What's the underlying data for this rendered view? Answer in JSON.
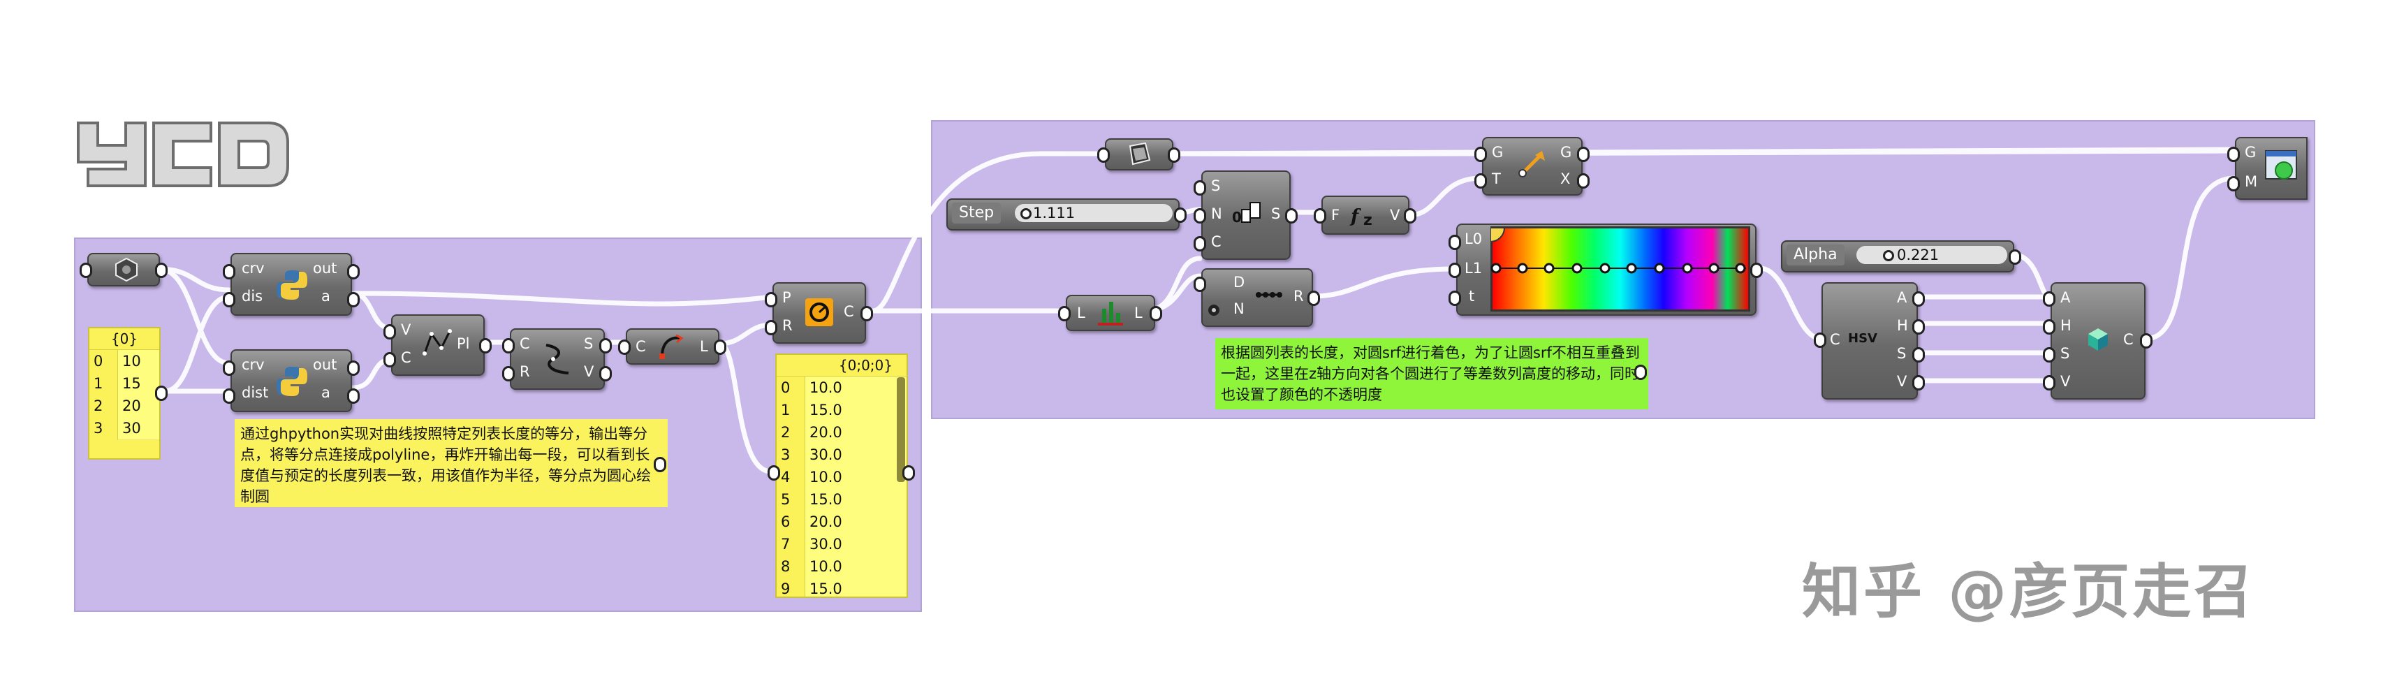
{
  "logo_text": "YCD",
  "components": {
    "curve_param": {
      "icon": "curve-hexagon-icon"
    },
    "py1": {
      "inputs": [
        "crv",
        "dis"
      ],
      "outputs": [
        "out",
        "a"
      ],
      "icon": "python-icon"
    },
    "py2": {
      "inputs": [
        "crv",
        "dist"
      ],
      "outputs": [
        "out",
        "a"
      ],
      "icon": "python-icon"
    },
    "polyline": {
      "inputs": [
        "V",
        "C"
      ],
      "outputs": [
        "Pl"
      ],
      "icon": "polyline-icon"
    },
    "shatter": {
      "inputs": [
        "C",
        "R"
      ],
      "outputs": [
        "S",
        "V"
      ],
      "icon": "shatter-icon"
    },
    "length": {
      "inputs": [
        "C"
      ],
      "outputs": [
        "L"
      ],
      "icon": "length-icon"
    },
    "circle": {
      "inputs": [
        "P",
        "R"
      ],
      "outputs": [
        "C"
      ],
      "icon": "circle-icon"
    },
    "list_length": {
      "inputs": [
        "L"
      ],
      "outputs": [
        "L"
      ],
      "icon": "list-length-icon"
    },
    "brep_param": {
      "icon": "brep-icon"
    },
    "series": {
      "inputs": [
        "S",
        "N",
        "C"
      ],
      "outputs": [
        "S"
      ],
      "icon": "series-icon"
    },
    "range": {
      "inputs": [
        "D",
        "N"
      ],
      "outputs": [
        "R"
      ],
      "icon": "range-icon"
    },
    "unit_z": {
      "inputs": [
        "F"
      ],
      "outputs": [
        "V"
      ],
      "icon": "unit-z-icon"
    },
    "move": {
      "inputs": [
        "G",
        "T"
      ],
      "outputs": [
        "G",
        "X"
      ],
      "icon": "move-icon"
    },
    "gradient": {
      "inputs": [
        "L0",
        "L1",
        "t"
      ],
      "icon": "gradient-icon"
    },
    "ahsv": {
      "inputs": [
        "C"
      ],
      "label": "HSV",
      "outputs": [
        "A",
        "H",
        "S",
        "V"
      ],
      "icon": "hsv-icon"
    },
    "colour": {
      "inputs": [
        "A",
        "H",
        "S",
        "V"
      ],
      "outputs": [
        "C"
      ],
      "icon": "colour-cube-icon"
    },
    "preview": {
      "inputs": [
        "G",
        "M"
      ],
      "icon": "preview-icon"
    }
  },
  "panels": {
    "lengths": {
      "header": "{0}",
      "rows": [
        {
          "i": "0",
          "v": "10"
        },
        {
          "i": "1",
          "v": "15"
        },
        {
          "i": "2",
          "v": "20"
        },
        {
          "i": "3",
          "v": "30"
        }
      ]
    },
    "radii": {
      "header": "{0;0;0}",
      "rows": [
        {
          "i": "0",
          "v": "10.0"
        },
        {
          "i": "1",
          "v": "15.0"
        },
        {
          "i": "2",
          "v": "20.0"
        },
        {
          "i": "3",
          "v": "30.0"
        },
        {
          "i": "4",
          "v": "10.0"
        },
        {
          "i": "5",
          "v": "15.0"
        },
        {
          "i": "6",
          "v": "20.0"
        },
        {
          "i": "7",
          "v": "30.0"
        },
        {
          "i": "8",
          "v": "10.0"
        },
        {
          "i": "9",
          "v": "15.0"
        }
      ]
    }
  },
  "sliders": {
    "step": {
      "label": "Step",
      "value": "1.111",
      "fraction": 0.05
    },
    "alpha": {
      "label": "Alpha",
      "value": "0.221",
      "fraction": 0.22
    }
  },
  "notes": {
    "left": "通过ghpython实现对曲线按照特定列表长度的等分，输出等分点，将等分点连接成polyline，再炸开输出每一段，可以看到长度值与预定的长度列表一致，用该值作为半径，等分点为圆心绘制圆",
    "right": "根据圆列表的长度，对圆srf进行着色，为了让圆srf不相互重叠到一起，这里在z轴方向对各个圆进行了等差数列高度的移动，同时也设置了颜色的不透明度"
  },
  "watermark": "知乎 @彦页走召",
  "colors": {
    "group": "#c9b8ea",
    "panel": "#fbf25a",
    "note_left": "#fbf35d",
    "note_right": "#8ef53a",
    "component": "#6a6a6a"
  }
}
